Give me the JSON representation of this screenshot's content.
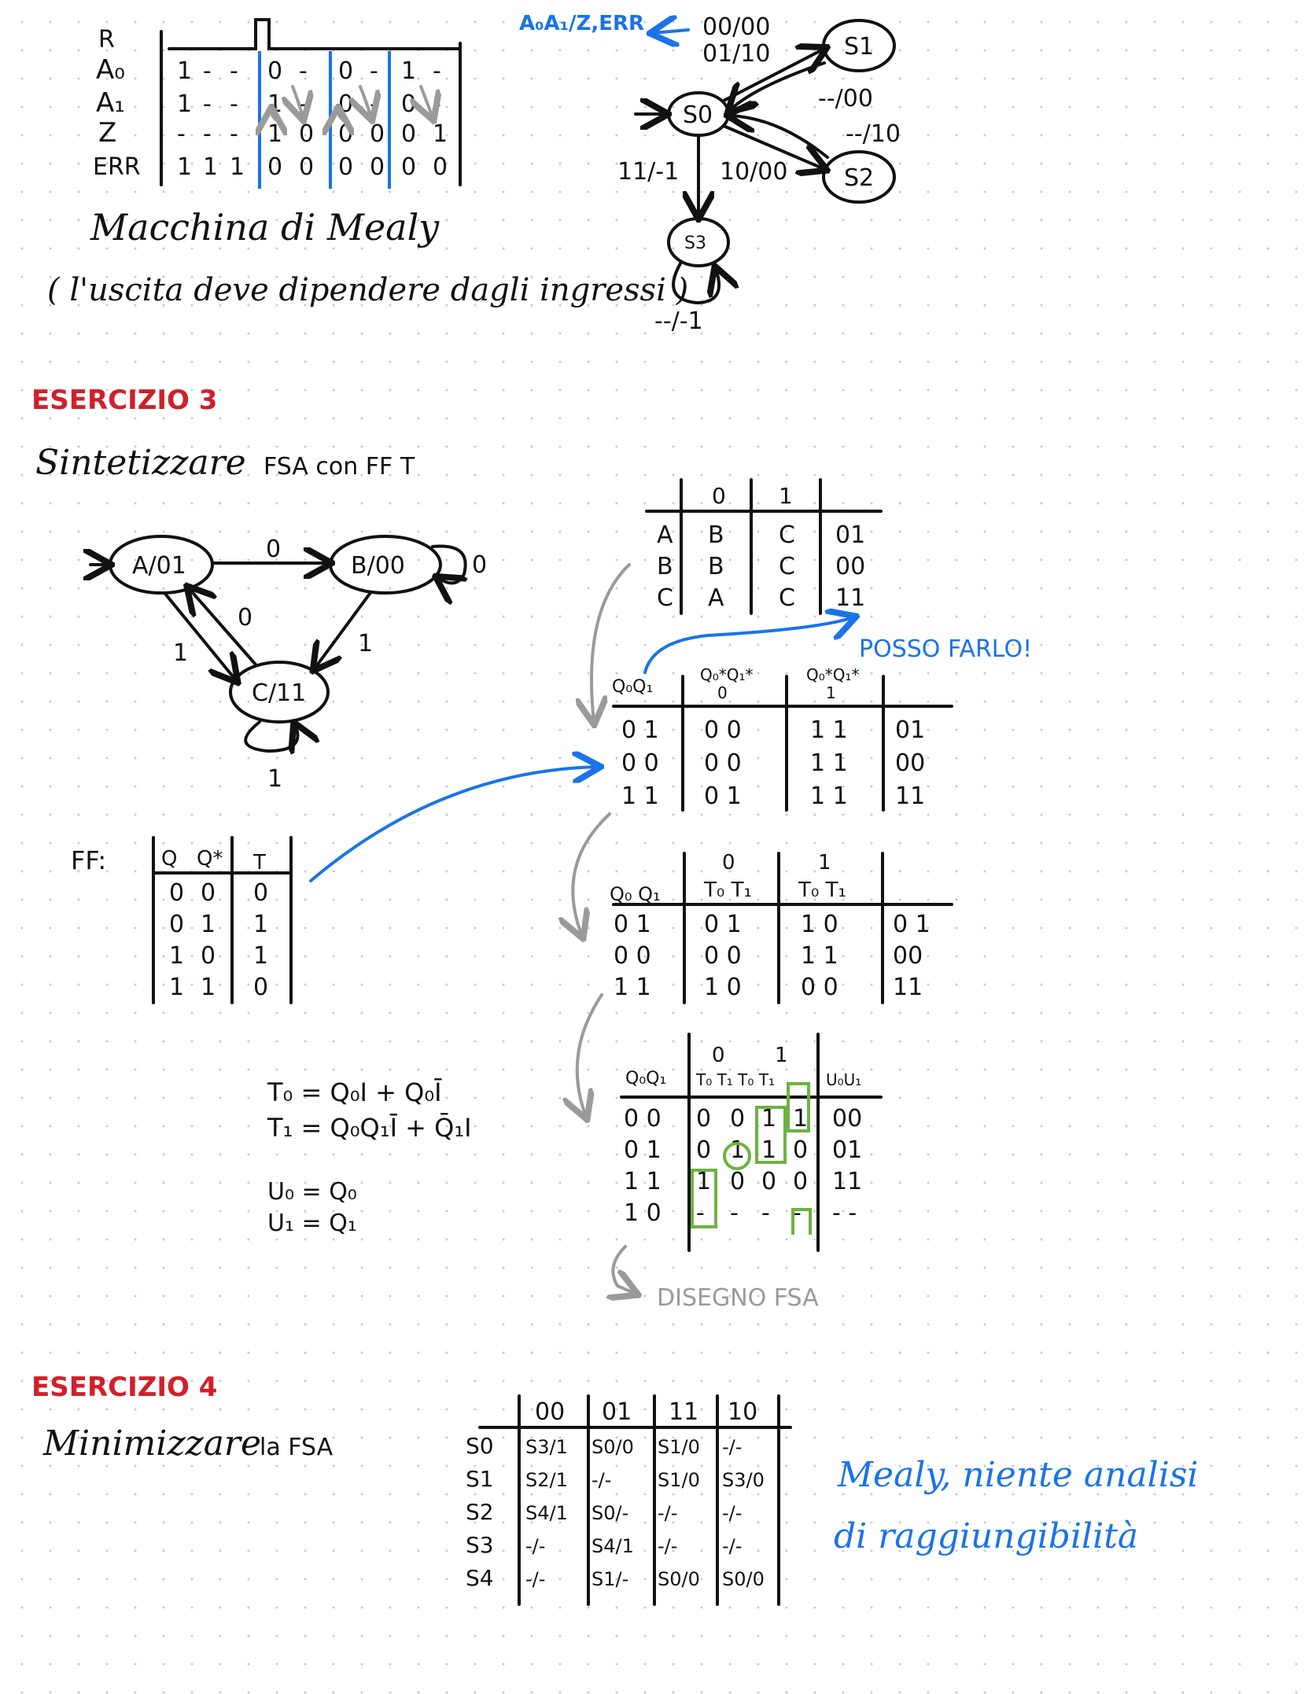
{
  "wave": {
    "signals": [
      "R",
      "A₀",
      "A₁",
      "Z",
      "ERR"
    ],
    "rows": [
      [
        "1",
        "-",
        "-",
        "0",
        "-",
        "0",
        "-",
        "1",
        "-"
      ],
      [
        "1",
        "-",
        "-",
        "1",
        "-",
        "0",
        "-",
        "0",
        "-"
      ],
      [
        "-",
        "-",
        "-",
        "1",
        "0",
        "0",
        "0",
        "0",
        "1"
      ],
      [
        "1",
        "1",
        "1",
        "0",
        "0",
        "0",
        "0",
        "0",
        "0"
      ]
    ]
  },
  "mealy_note": {
    "line1": "Macchina di Mealy",
    "line2": "( l'uscita deve dipendere dagli ingressi )"
  },
  "fsa1": {
    "legend": "A₀A₁/Z,ERR",
    "states": [
      "S0",
      "S1",
      "S2",
      "S3"
    ],
    "labels": {
      "s0_s1_a": "00/00",
      "s0_s1_b": "01/10",
      "s1_s0": "--/00",
      "s2_s0": "--/10",
      "s0_s2": "10/00",
      "s0_s3": "11/-1",
      "s3_loop": "--/-1"
    }
  },
  "ex3": {
    "title": "ESERCIZIO 3",
    "subtitle_hand": "Sintetizzare",
    "subtitle_rest": "FSA con FF T",
    "states": [
      "A/01",
      "B/00",
      "C/11"
    ],
    "edges": {
      "a_b": "0",
      "b_loop": "0",
      "c_a": "0",
      "a_c": "1",
      "b_c": "1",
      "c_loop": "1"
    },
    "table1": {
      "cols": [
        "0",
        "1"
      ],
      "rows": [
        [
          "A",
          "B",
          "C",
          "01"
        ],
        [
          "B",
          "B",
          "C",
          "00"
        ],
        [
          "C",
          "A",
          "C",
          "11"
        ]
      ]
    },
    "posso": "POSSO FARLO!",
    "table2": {
      "h_state": "Q₀Q₁",
      "h0": "Q₀*Q₁*",
      "h0b": "0",
      "h1": "Q₀*Q₁*",
      "h1b": "1",
      "rows": [
        [
          "0 1",
          "0 0",
          "1 1",
          "01"
        ],
        [
          "0 0",
          "0 0",
          "1 1",
          "00"
        ],
        [
          "1 1",
          "0 1",
          "1 1",
          "11"
        ]
      ]
    },
    "ff": {
      "label": "FF:",
      "headers": [
        "Q",
        "Q*",
        "T"
      ],
      "rows": [
        [
          "0",
          "0",
          "0"
        ],
        [
          "0",
          "1",
          "1"
        ],
        [
          "1",
          "0",
          "1"
        ],
        [
          "1",
          "1",
          "0"
        ]
      ]
    },
    "table3": {
      "h_state": "Q₀ Q₁",
      "h0": "0",
      "h0b": "T₀ T₁",
      "h1": "1",
      "h1b": "T₀ T₁",
      "rows": [
        [
          "0 1",
          "0 1",
          "1 0",
          "0 1"
        ],
        [
          "0 0",
          "0 0",
          "1 1",
          "00"
        ],
        [
          "1 1",
          "1 0",
          "0 0",
          "11"
        ]
      ]
    },
    "table4": {
      "h_state": "Q₀Q₁",
      "h0": "0",
      "h1": "1",
      "h_sub": "T₀ T₁  T₀  T₁",
      "h_out": "U₀U₁",
      "rows": [
        [
          "0 0",
          "0",
          "0",
          "1",
          "1",
          "00"
        ],
        [
          "0 1",
          "0",
          "1",
          "1",
          "0",
          "01"
        ],
        [
          "1 1",
          "1",
          "0",
          "0",
          "0",
          "11"
        ],
        [
          "1 0",
          "-",
          "-",
          "-",
          "-",
          "- -"
        ]
      ]
    },
    "eq": [
      "T₀ = Q₀I + Q₀Ī",
      "T₁ = Q₀Q₁Ī + Q̄₁I",
      "U₀ = Q₀",
      "U₁ = Q₁"
    ],
    "disegno": "DISEGNO FSA"
  },
  "ex4": {
    "title": "ESERCIZIO 4",
    "subtitle_hand": "Minimizzare",
    "subtitle_rest": "la FSA",
    "cols": [
      "00",
      "01",
      "11",
      "10"
    ],
    "rows": [
      [
        "S0",
        "S3/1",
        "S0/0",
        "S1/0",
        "-/-"
      ],
      [
        "S1",
        "S2/1",
        "-/-",
        "S1/0",
        "S3/0"
      ],
      [
        "S2",
        "S4/1",
        "S0/-",
        "-/-",
        "-/-"
      ],
      [
        "S3",
        "-/-",
        "S4/1",
        "-/-",
        "-/-"
      ],
      [
        "S4",
        "-/-",
        "S1/-",
        "S0/0",
        "S0/0"
      ]
    ],
    "note1": "Mealy, niente analisi",
    "note2": "di raggiungibilità"
  }
}
